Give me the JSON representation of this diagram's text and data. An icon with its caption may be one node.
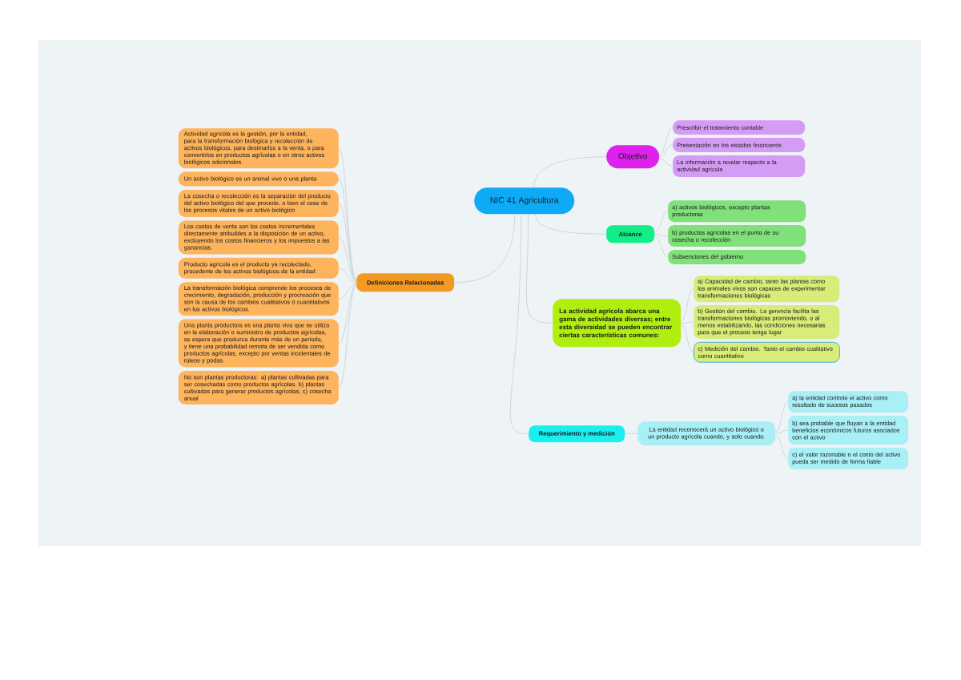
{
  "diagram": {
    "nodes": [
      {
        "text": [
          "NIC 41 Agricultura"
        ]
      },
      {
        "text": [
          "Objetivo"
        ]
      },
      {
        "text": [
          "Prescribir el tratamiento contable"
        ]
      },
      {
        "text": [
          "Presentación en los estados financieros"
        ]
      },
      {
        "text": [
          "La información a revelar respecto a la actividad agrícola"
        ]
      },
      {
        "text": [
          "Alcance"
        ]
      },
      {
        "text": [
          "a) activos biológicos, excepto plantas productoras"
        ]
      },
      {
        "text": [
          "b) productos agrícolas en el punto de su cosecha o recolección"
        ]
      },
      {
        "text": [
          "Subvenciones del gobierno"
        ]
      },
      {
        "text": [
          "La actividad agrícola abarca una gama de actividades diversas; entre esta diversidad se pueden encontrar ciertas características comunes:"
        ]
      },
      {
        "text": [
          "a) Capacidad de cambio, tanto las plantas como los animales vivos son capaces de experimentar transformaciones biológicas"
        ]
      },
      {
        "text": [
          "b) Gestión del cambio. La gerencia facilita las transformaciones biológicas promoviendo, o al menos estabilizando, las condiciones necesarias para que el proceso tenga lugar"
        ]
      },
      {
        "text": [
          "c) Medición del cambio. Tanto el cambio cualitativo como cuantitativo"
        ]
      },
      {
        "text": [
          "Requerimiento y medición"
        ]
      },
      {
        "text": [
          "La entidad reconocerá un activo biológico o un producto agrícola cuando, y solo cuando."
        ]
      },
      {
        "text": [
          "a) la entidad controle el activo como resultado de sucesos pasados"
        ]
      },
      {
        "text": [
          "b) sea probable que fluyan a la entidad beneficios económicos futuros asociados con el activo"
        ]
      },
      {
        "text": [
          "c) el valor razonable o el costo del activo pueda ser medido de forma fiable"
        ]
      },
      {
        "text": [
          "Definiciones Relacionadas"
        ]
      },
      {
        "text": [
          "Actividad agrícola es la gestión, por la entidad, para la transformación biológica y recolección de activos biológicos, para destinarlos a la venta, o para convertirlos en productos agrícolas o en otros activos biológicos adicionales."
        ]
      },
      {
        "text": [
          "Un activo biológico es un animal vivo o una planta"
        ]
      },
      {
        "text": [
          "La cosecha o recolección es la separación del producto del activo biológico del que procede, o bien el cese de los procesos vitales de un activo biológico"
        ]
      },
      {
        "text": [
          "Los costos de venta son los costos incrementales directamente atribuibles a la disposición de un activo, excluyendo los costos financieros y los impuestos a las ganancias."
        ]
      },
      {
        "text": [
          "Producto agrícola es el producto ya recolectado, procedente de los activos biológicos de la entidad"
        ]
      },
      {
        "text": [
          "La transformación biológica comprende los procesos de crecimiento, degradación, producción y procreación que son la causa de los cambios cualitativos o cuantitativos en los activos biológicos."
        ]
      },
      {
        "text": [
          "Una planta productora es una planta viva que se utiliza en la elaboración o suministro de productos agrícolas, se espera que produzca durante más de un periodo, y tiene una probabilidad remota de ser vendida como productos agrícolas, excepto por ventas incidentales de raleos y podas."
        ]
      },
      {
        "text": [
          "No son plantas productoras: a) plantas cultivadas para ser cosechadas como productos agrícolas, b) plantas cultivadas para generar productos agrícolas, c) cosecha anual"
        ]
      }
    ],
    "edges": [
      {
        "from": 0,
        "to": 1,
        "arrow": "none"
      },
      {
        "from": 0,
        "to": 5,
        "arrow": "none"
      },
      {
        "from": 0,
        "to": 9,
        "arrow": "none"
      },
      {
        "from": 0,
        "to": 13,
        "arrow": "none"
      },
      {
        "from": 0,
        "to": 18,
        "arrow": "none"
      },
      {
        "from": 1,
        "to": 2,
        "arrow": "none"
      },
      {
        "from": 1,
        "to": 3,
        "arrow": "none"
      },
      {
        "from": 1,
        "to": 4,
        "arrow": "none"
      },
      {
        "from": 5,
        "to": 6,
        "arrow": "none"
      },
      {
        "from": 5,
        "to": 7,
        "arrow": "none"
      },
      {
        "from": 5,
        "to": 8,
        "arrow": "none"
      },
      {
        "from": 9,
        "to": 10,
        "arrow": "none"
      },
      {
        "from": 9,
        "to": 11,
        "arrow": "none"
      },
      {
        "from": 9,
        "to": 12,
        "arrow": "none"
      },
      {
        "from": 13,
        "to": 14,
        "arrow": "none"
      },
      {
        "from": 14,
        "to": 15,
        "arrow": "none"
      },
      {
        "from": 14,
        "to": 16,
        "arrow": "none"
      },
      {
        "from": 14,
        "to": 17,
        "arrow": "none"
      },
      {
        "from": 18,
        "to": 19,
        "arrow": "none"
      },
      {
        "from": 18,
        "to": 20,
        "arrow": "none"
      },
      {
        "from": 18,
        "to": 21,
        "arrow": "none"
      },
      {
        "from": 18,
        "to": 22,
        "arrow": "none"
      },
      {
        "from": 18,
        "to": 23,
        "arrow": "none"
      },
      {
        "from": 18,
        "to": 24,
        "arrow": "none"
      },
      {
        "from": 18,
        "to": 25,
        "arrow": "none"
      },
      {
        "from": 18,
        "to": 26,
        "arrow": "none"
      }
    ]
  }
}
